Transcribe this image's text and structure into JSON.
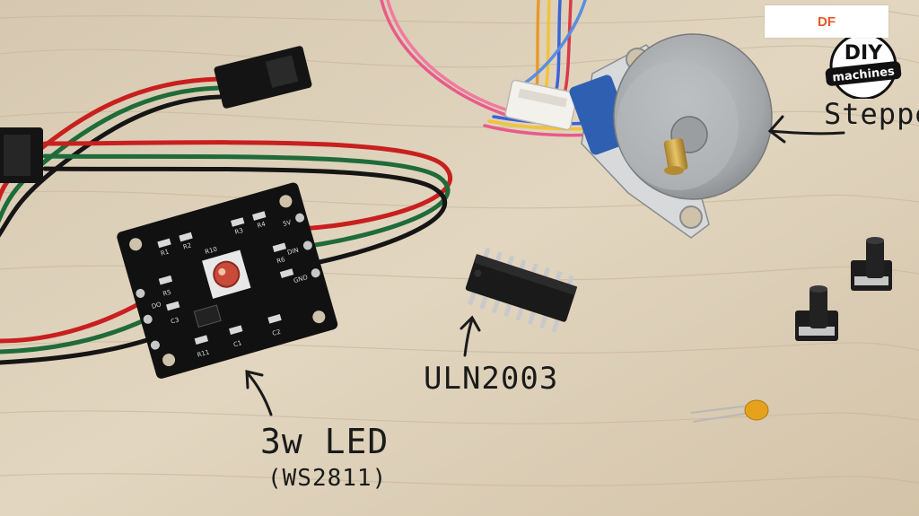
{
  "watermark": {
    "text": "DF",
    "color": "#e8582a"
  },
  "brand_logo": {
    "top_text": "DIY",
    "band_text": "machines"
  },
  "annotations": {
    "stepper": "Stepper",
    "uln": "ULN2003",
    "led_line1": "3w LED",
    "led_line2": "(WS2811)"
  },
  "pcb_silkscreen": {
    "r1": "R1",
    "r2": "R2",
    "r3": "R3",
    "r4": "R4",
    "r5": "R5",
    "r6": "R6",
    "r10": "R10",
    "r11": "R11",
    "c1": "C1",
    "c2": "C2",
    "c3": "C3",
    "vcc": "5V",
    "din": "DIN",
    "gnd": "GND",
    "dout": "DO"
  },
  "colors": {
    "table": "#d9cbb3",
    "pcb": "#111111",
    "wire_red": "#c8201f",
    "wire_green": "#1f6b3a",
    "wire_black": "#151515",
    "motor_body": "#a9acae",
    "motor_bracket": "#2f5fb0",
    "capacitor": "#e6a21c"
  }
}
